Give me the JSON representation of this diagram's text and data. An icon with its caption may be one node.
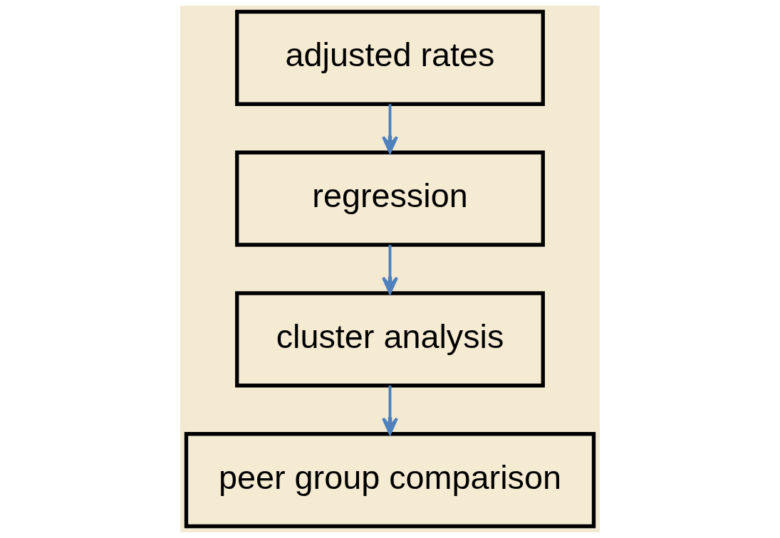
{
  "diagram": {
    "nodes": [
      {
        "text": [
          "adjusted rates"
        ]
      },
      {
        "text": [
          "regression"
        ]
      },
      {
        "text": [
          "cluster analysis"
        ]
      },
      {
        "text": [
          "peer group comparison"
        ]
      }
    ],
    "edges": [
      {
        "from": 0,
        "to": 1,
        "arrow": "to"
      },
      {
        "from": 1,
        "to": 2,
        "arrow": "to"
      },
      {
        "from": 2,
        "to": 3,
        "arrow": "to"
      }
    ]
  }
}
